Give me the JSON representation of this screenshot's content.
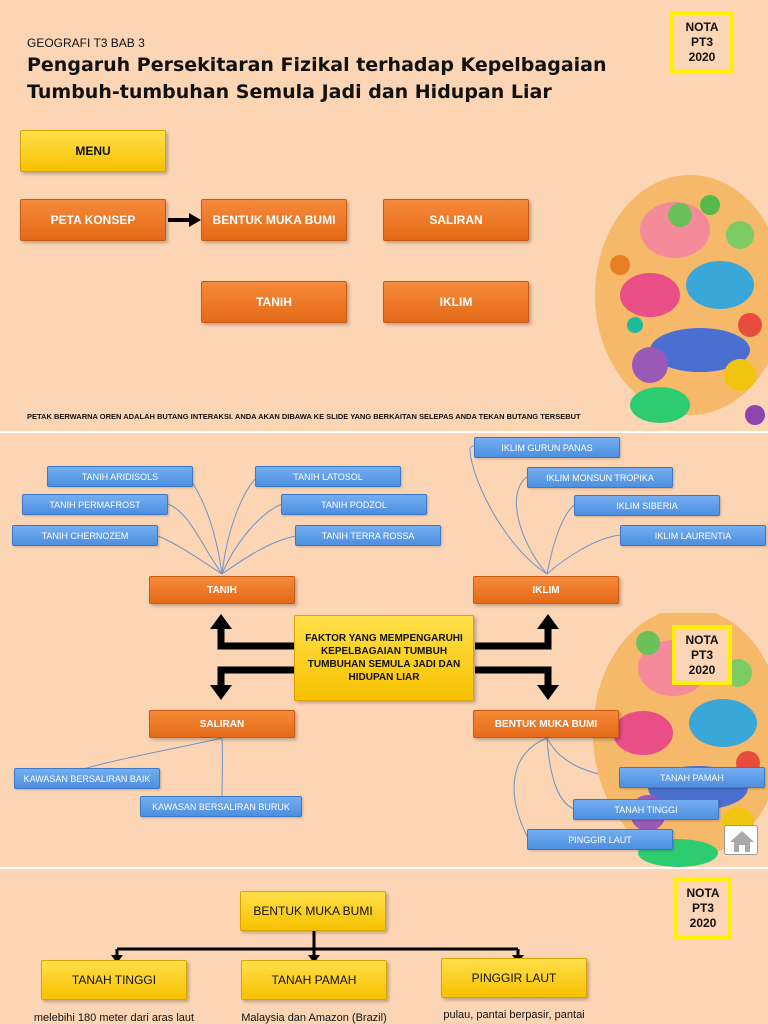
{
  "nota_badge": {
    "line1": "NOTA",
    "line2": "PT3",
    "line3": "2020"
  },
  "slide1": {
    "subject": "GEOGRAFI T3 BAB 3",
    "title_line1": "Pengaruh Persekitaran Fizikal terhadap Kepelbagaian",
    "title_line2": "Tumbuh-tumbuhan Semula Jadi dan Hidupan Liar",
    "menu": "MENU",
    "buttons": {
      "peta_konsep": "PETA KONSEP",
      "bentuk_muka_bumi": "BENTUK MUKA BUMI",
      "saliran": "SALIRAN",
      "tanih": "TANIH",
      "iklim": "IKLIM"
    },
    "note": "PETAK BERWARNA OREN ADALAH BUTANG INTERAKSI. ANDA AKAN DIBAWA KE SLIDE YANG BERKAITAN SELEPAS ANDA TEKAN BUTANG TERSEBUT"
  },
  "slide2": {
    "center": "FAKTOR YANG MEMPENGARUHI KEPELBAGAIAN TUMBUH TUMBUHAN SEMULA JADI DAN HIDUPAN LIAR",
    "tanih": {
      "label": "TANIH",
      "items": [
        "TANIH ARIDISOLS",
        "TANIH PERMAFROST",
        "TANIH CHERNOZEM",
        "TANIH LATOSOL",
        "TANIH PODZOL",
        "TANIH TERRA ROSSA"
      ]
    },
    "iklim": {
      "label": "IKLIM",
      "items": [
        "IKLIM GURUN PANAS",
        "IKLIM MONSUN TROPIKA",
        "IKLIM SIBERIA",
        "IKLIM LAURENTIA"
      ]
    },
    "saliran": {
      "label": "SALIRAN",
      "items": [
        "KAWASAN BERSALIRAN BAIK",
        "KAWASAN BERSALIRAN BURUK"
      ]
    },
    "bentuk": {
      "label": "BENTUK MUKA BUMI",
      "items": [
        "TANAH PAMAH",
        "TANAH TINGGI",
        "PINGGIR LAUT"
      ]
    },
    "home_icon": "home-icon"
  },
  "slide3": {
    "root": "BENTUK MUKA BUMI",
    "children": [
      {
        "label": "TANAH TINGGI",
        "desc": "melebihi 180 meter dari aras laut"
      },
      {
        "label": "TANAH PAMAH",
        "desc": "Malaysia dan Amazon (Brazil)"
      },
      {
        "label": "PINGGIR LAUT",
        "desc": "pulau, pantai berpasir, pantai"
      }
    ]
  },
  "colors": {
    "background": "#fcd5b4",
    "orange": "#e56a18",
    "yellow": "#f8c100",
    "blue": "#4d8fe0",
    "badge_border": "#ffef00"
  }
}
